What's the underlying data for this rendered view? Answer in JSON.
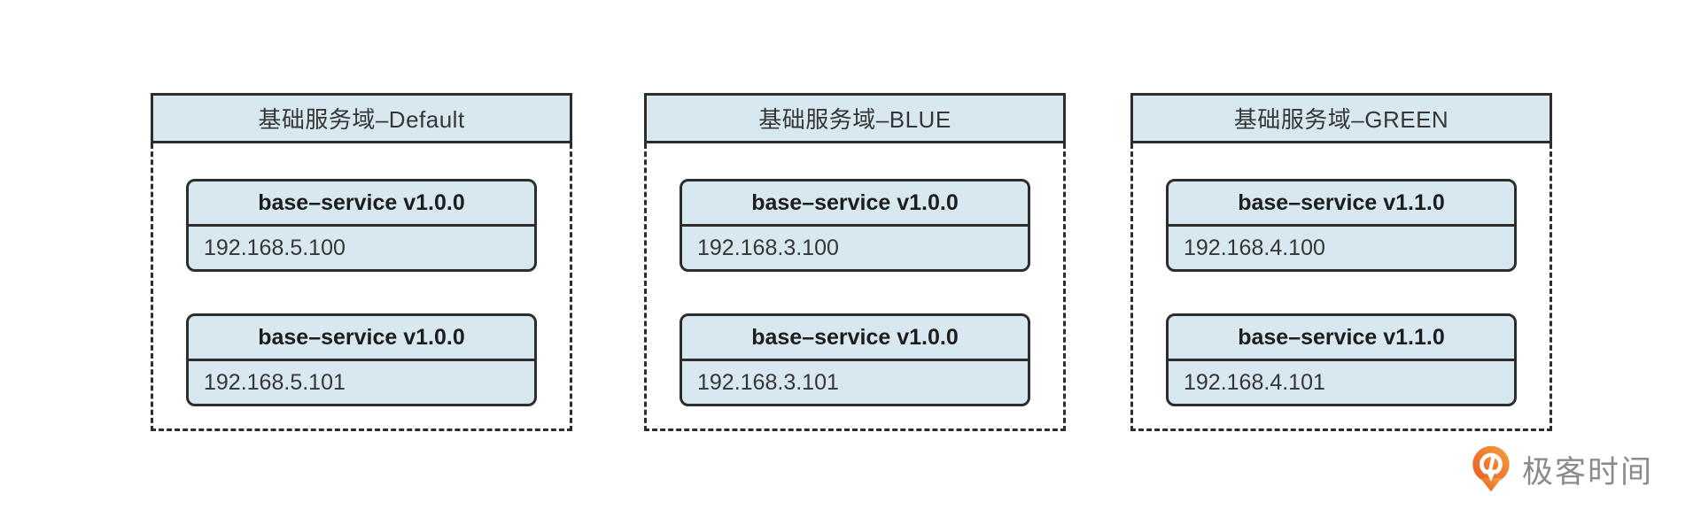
{
  "colors": {
    "box_fill": "#d7e8f1",
    "border": "#2d2d2d",
    "header_text": "#363636",
    "service_name_text": "#1d1d1d",
    "ip_text": "#363636",
    "logo_orange_dark": "#e55a24",
    "logo_orange_light": "#f6a13e",
    "logo_text_gray": "#8b8b8b"
  },
  "domains": [
    {
      "title": "基础服务域–Default",
      "instances": [
        {
          "name": "base–service v1.0.0",
          "ip": "192.168.5.100"
        },
        {
          "name": "base–service v1.0.0",
          "ip": "192.168.5.101"
        }
      ]
    },
    {
      "title": "基础服务域–BLUE",
      "instances": [
        {
          "name": "base–service v1.0.0",
          "ip": "192.168.3.100"
        },
        {
          "name": "base–service v1.0.0",
          "ip": "192.168.3.101"
        }
      ]
    },
    {
      "title": "基础服务域–GREEN",
      "instances": [
        {
          "name": "base–service v1.1.0",
          "ip": "192.168.4.100"
        },
        {
          "name": "base–service v1.1.0",
          "ip": "192.168.4.101"
        }
      ]
    }
  ],
  "logo": {
    "text": "极客时间"
  }
}
